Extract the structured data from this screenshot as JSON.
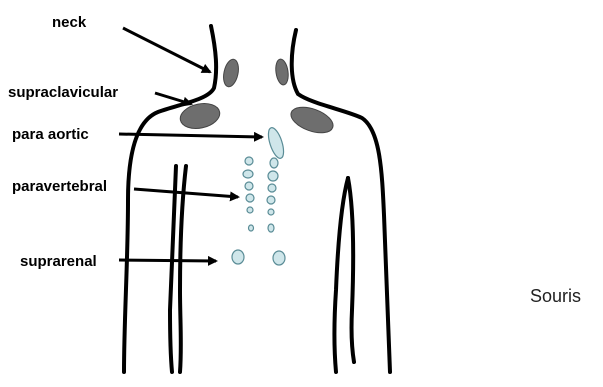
{
  "labels": {
    "neck": "neck",
    "supraclavicular": "supraclavicular",
    "para_aortic": "para aortic",
    "paravertebral": "paravertebral",
    "suprarenal": "suprarenal"
  },
  "caption": "Souris",
  "colors": {
    "outline": "#000000",
    "gray_depot": "#6e6e6e",
    "blue_depot": "#cfe6ea",
    "blue_depot_stroke": "#5a8c96"
  }
}
